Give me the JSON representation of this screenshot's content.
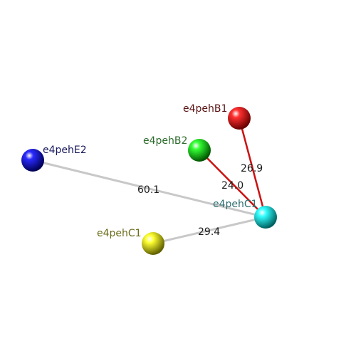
{
  "nodes": [
    {
      "id": "b1",
      "label": "e4pehB1",
      "color": "#ff0000",
      "label_color": "#5a1414"
    },
    {
      "id": "b2",
      "label": "e4pehB2",
      "color": "#00dd00",
      "label_color": "#2d6b2d"
    },
    {
      "id": "e2",
      "label": "e4pehE2",
      "color": "#0000ff",
      "label_color": "#1a1a5e"
    },
    {
      "id": "c1a",
      "label": "e4pehC1",
      "color": "#00f5f5",
      "label_color": "#2e6e6e"
    },
    {
      "id": "c1b",
      "label": "e4pehC1",
      "color": "#f5f500",
      "label_color": "#6b6b1a"
    }
  ],
  "edges": [
    {
      "id": "e2-c1a",
      "label": "60.1",
      "color": "#c8c8c8"
    },
    {
      "id": "b2-c1a",
      "label": "24.0",
      "color": "#cc1111"
    },
    {
      "id": "b1-c1a",
      "label": "26.9",
      "color": "#cc1111"
    },
    {
      "id": "c1b-c1a",
      "label": "29.4",
      "color": "#c8c8c8"
    }
  ]
}
